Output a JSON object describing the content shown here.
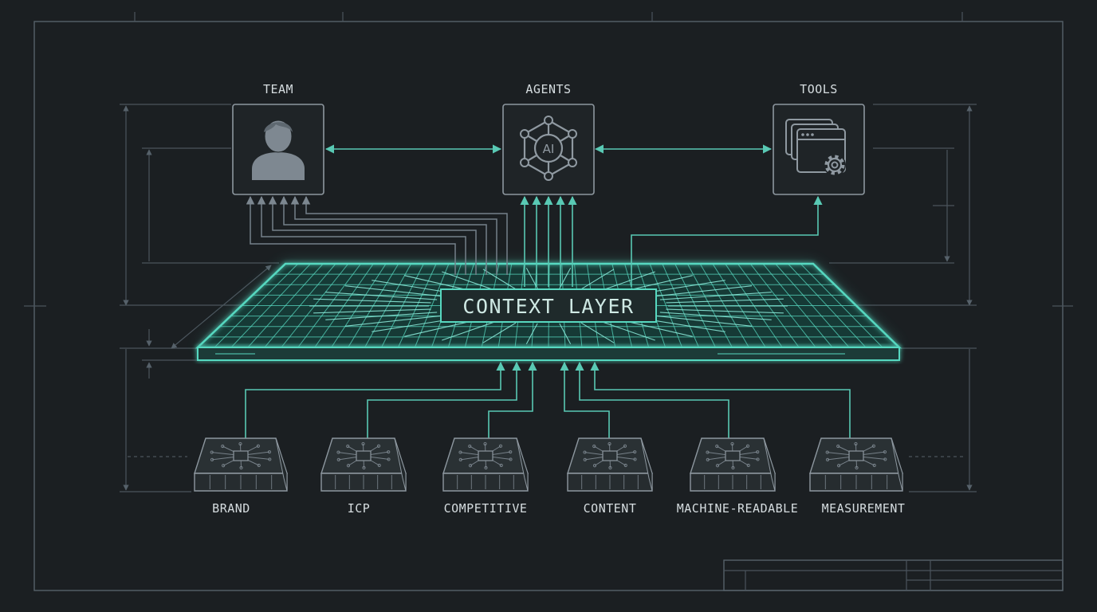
{
  "title": "CONTEXT LAYER",
  "top_nodes": [
    {
      "id": "team",
      "label": "TEAM",
      "icon": "user-icon"
    },
    {
      "id": "agents",
      "label": "AGENTS",
      "icon": "ai-network-icon",
      "icon_text": "AI"
    },
    {
      "id": "tools",
      "label": "TOOLS",
      "icon": "windows-gear-icon"
    }
  ],
  "sources": [
    {
      "label": "BRAND"
    },
    {
      "label": "ICP"
    },
    {
      "label": "COMPETITIVE"
    },
    {
      "label": "CONTENT"
    },
    {
      "label": "MACHINE-READABLE"
    },
    {
      "label": "MEASUREMENT"
    }
  ],
  "colors": {
    "background": "#1b1f22",
    "accent_teal": "#57d8c0",
    "line_gray": "#75808a",
    "label_text": "#d6dde0"
  }
}
